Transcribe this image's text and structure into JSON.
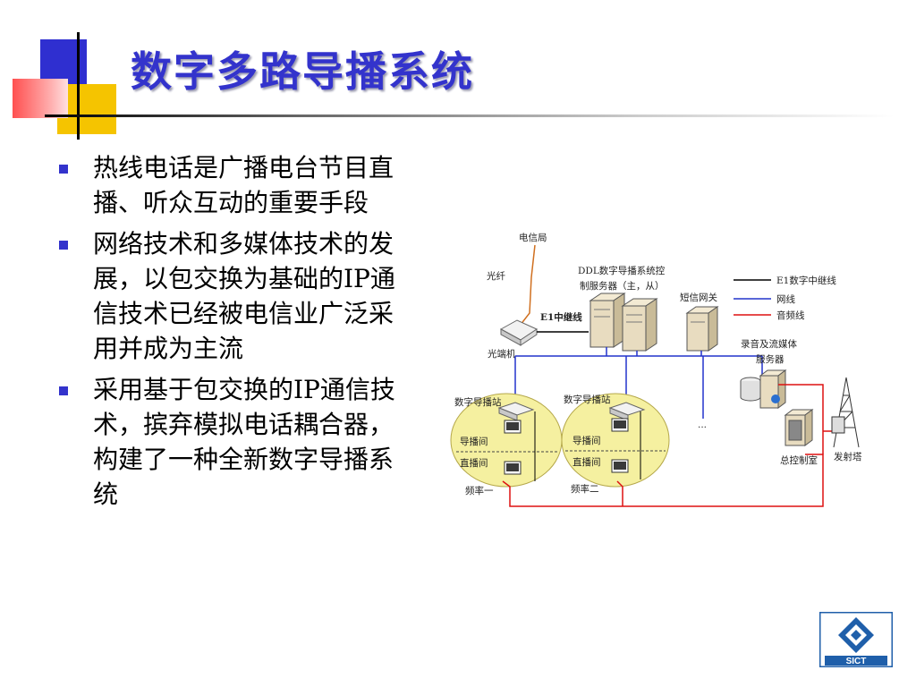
{
  "title": "数字多路导播系统",
  "bullets": [
    "热线电话是广播电台节目直播、听众互动的重要手段",
    "网络技术和多媒体技术的发展，以包交换为基础的IP通信技术已经被电信业广泛采用并成为主流",
    "采用基于包交换的IP通信技术，摈弃模拟电话耦合器，构建了一种全新数字导播系统"
  ],
  "diagram": {
    "telecom_office": "电信局",
    "fiber": "光纤",
    "optical_terminal": "光端机",
    "e1_relay": "E1中继线",
    "ddl_server_line1": "DDL数字导播系统控",
    "ddl_server_line2": "制服务器（主，从）",
    "sms_gateway": "短信网关",
    "legend": {
      "e1": "E1数字中继线",
      "network": "网线",
      "audio": "音频线"
    },
    "media_server_line1": "录音及流媒体",
    "media_server_line2": "服务器",
    "station1": {
      "title": "数字导播站",
      "guide_room": "导播间",
      "live_room": "直播间",
      "freq": "频率一"
    },
    "station2": {
      "title": "数字导播站",
      "guide_room": "导播间",
      "live_room": "直播间",
      "freq": "频率二"
    },
    "ellipsis": "...",
    "master_control": "总控制室",
    "tower": "发射塔"
  },
  "colors": {
    "title": "#3333cc",
    "bullet": "#3333cc",
    "network_line": "#2233cc",
    "audio_line": "#dd1111",
    "e1_line": "#000000",
    "station_fill": "#f5f0a0"
  },
  "logo": {
    "text": "SICT"
  }
}
